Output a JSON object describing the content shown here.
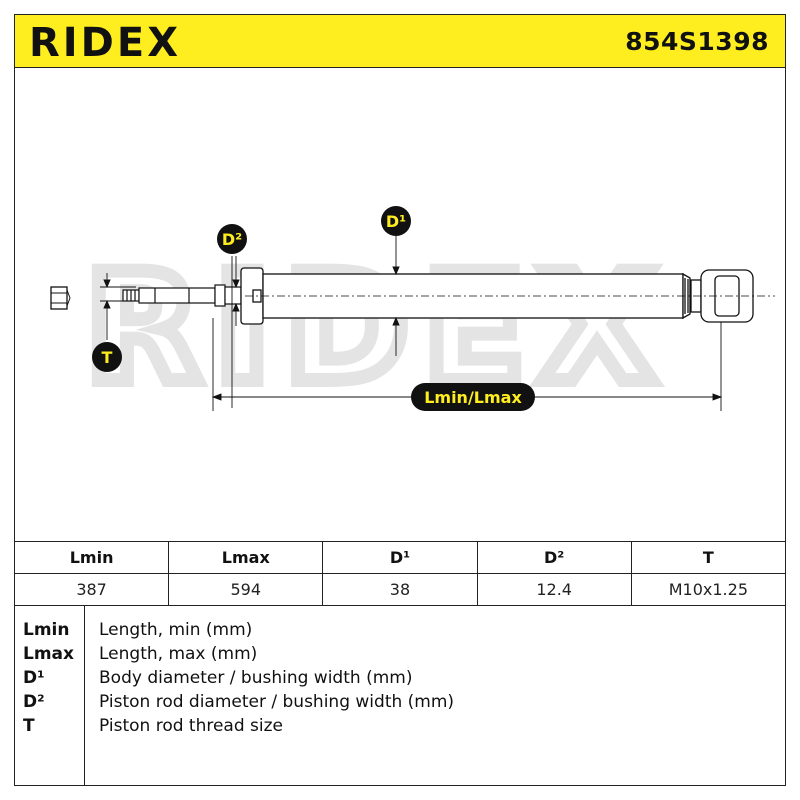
{
  "header": {
    "brand": "RIDEX",
    "part_number": "854S1398",
    "bg_color": "#ffee1f"
  },
  "diagram": {
    "labels": {
      "d1": "D¹",
      "d2": "D²",
      "t": "T",
      "length": "Lmin/Lmax"
    },
    "watermark": "RIDEX",
    "badge_color": "#111111",
    "badge_text_color": "#ffee1f"
  },
  "table": {
    "headers": [
      "Lmin",
      "Lmax",
      "D¹",
      "D²",
      "T"
    ],
    "values": [
      "387",
      "594",
      "38",
      "12.4",
      "M10x1.25"
    ]
  },
  "legend": [
    {
      "key": "Lmin",
      "desc": "Length, min (mm)"
    },
    {
      "key": "Lmax",
      "desc": "Length, max (mm)"
    },
    {
      "key": "D¹",
      "desc": "Body diameter / bushing width (mm)"
    },
    {
      "key": "D²",
      "desc": "Piston rod diameter / bushing width (mm)"
    },
    {
      "key": "T",
      "desc": "Piston rod thread size"
    }
  ]
}
